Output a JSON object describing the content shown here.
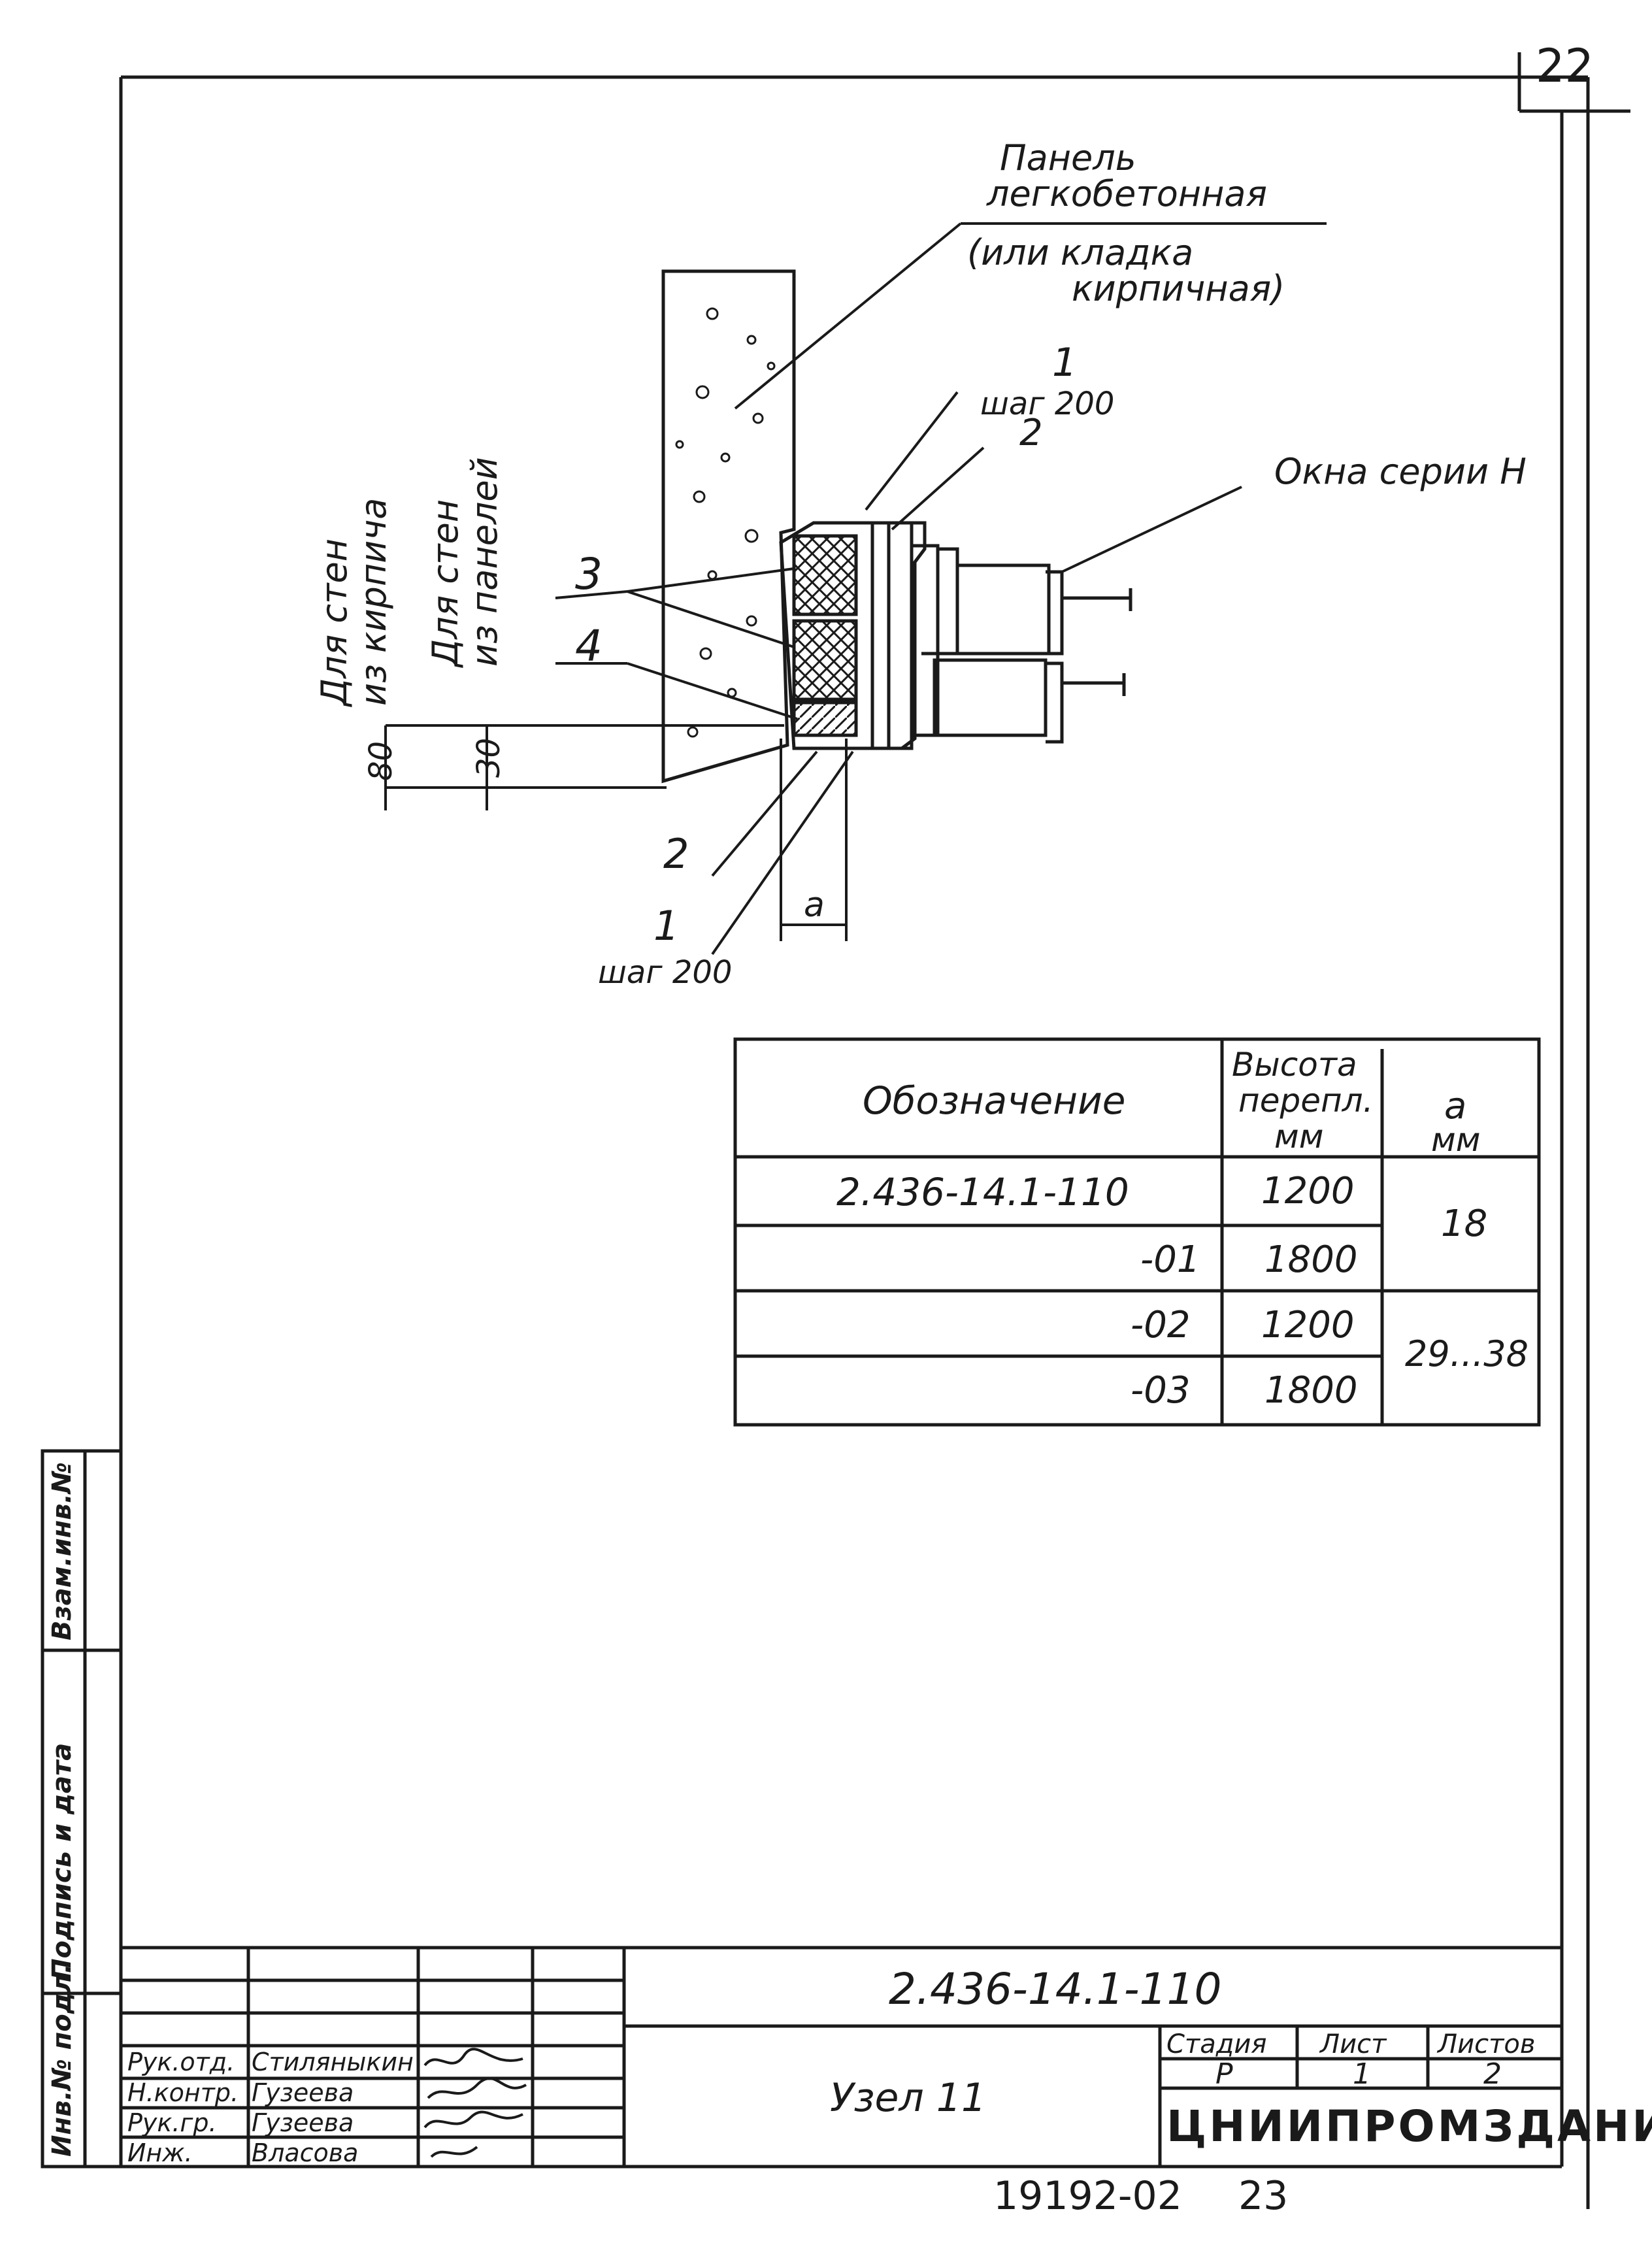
{
  "page_number_top": "22",
  "drawing": {
    "label_panel_line1": "Панель",
    "label_panel_line2": "легкобетонная",
    "label_panel_line3": "(или кладка",
    "label_panel_line4": "кирпичная)",
    "label_1_top": "1",
    "label_step_top": "шаг 200",
    "label_2_top": "2",
    "label_windows": "Окна серии Н",
    "label_3": "3",
    "label_4": "4",
    "label_brick_line1": "Для стен",
    "label_brick_line2": "из кирпича",
    "label_panel_wall_line1": "Для стен",
    "label_panel_wall_line2": "из панелей",
    "dim_80": "80",
    "dim_30": "30",
    "label_2_bottom": "2",
    "label_1_bottom": "1",
    "label_step_bottom": "шаг 200",
    "dim_a": "a",
    "colors": {
      "ink": "#1a1a1a",
      "paper": "#ffffff"
    }
  },
  "table": {
    "headers": {
      "designation": "Обозначение",
      "height_l1": "Высота",
      "height_l2": "перепл.",
      "height_l3": "мм",
      "a_l1": "a",
      "a_l2": "мм"
    },
    "rows": [
      {
        "designation": "2.436-14.1-110",
        "height": "1200"
      },
      {
        "designation": "-01",
        "height": "1800"
      },
      {
        "designation": "-02",
        "height": "1200"
      },
      {
        "designation": "-03",
        "height": "1800"
      }
    ],
    "a_values": [
      "18",
      "29...38"
    ]
  },
  "side_stamp": {
    "vzam": "Взам.инв.№",
    "podpis": "Подпись и дата",
    "inv": "Инв.№ подл."
  },
  "title_block": {
    "doc_code": "2.436-14.1-110",
    "name": "Узел 11",
    "stage_label": "Стадия",
    "sheet_label": "Лист",
    "sheets_label": "Листов",
    "stage": "Р",
    "sheet": "1",
    "sheets": "2",
    "org": "ЦНИИПРОМЗДАНИЙ",
    "staff": [
      {
        "role": "Рук.отд.",
        "name": "Стиляныкин"
      },
      {
        "role": "Н.контр.",
        "name": "Гузеева"
      },
      {
        "role": "Рук.гр.",
        "name": "Гузеева"
      },
      {
        "role": "Инж.",
        "name": "Власова"
      }
    ]
  },
  "footer": {
    "archive_no": "19192-02",
    "page": "23"
  }
}
